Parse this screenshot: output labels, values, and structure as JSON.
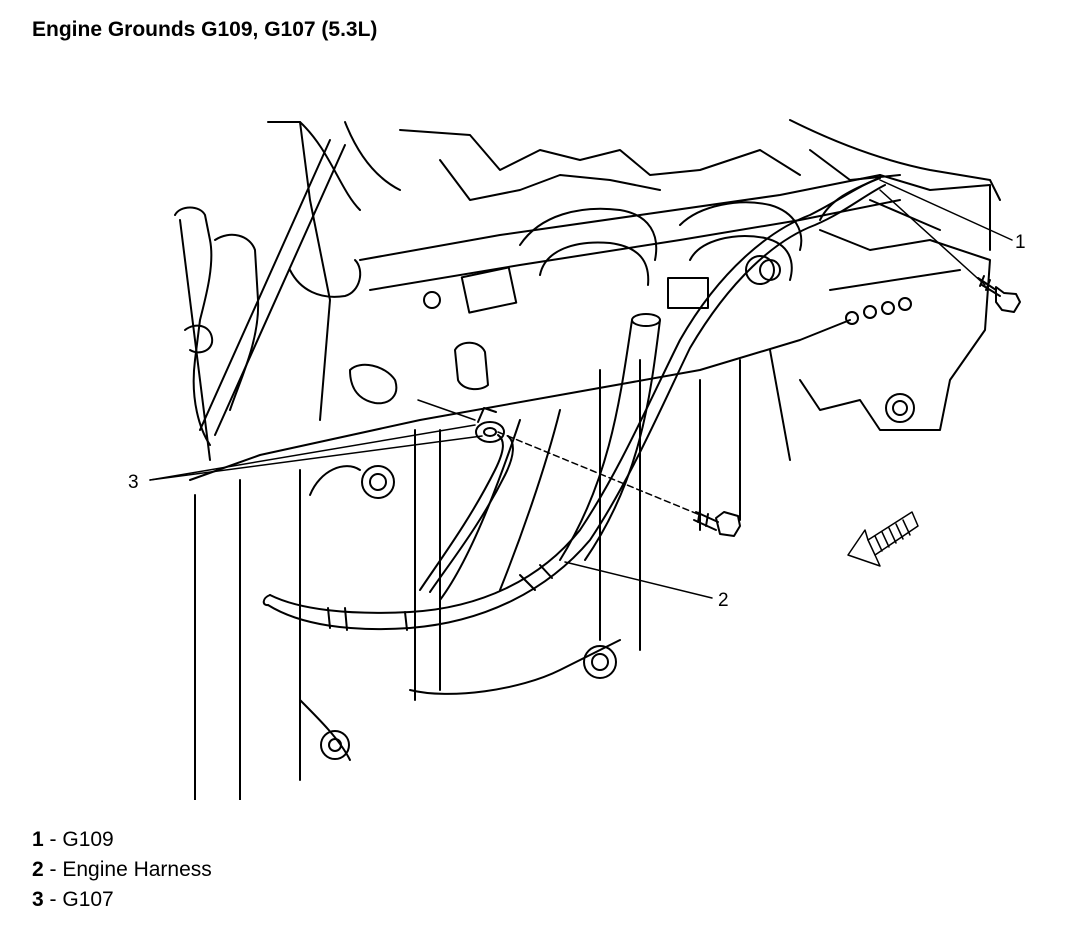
{
  "title": "Engine Grounds G109, G107 (5.3L)",
  "callouts": [
    {
      "number": "1",
      "label": "G109"
    },
    {
      "number": "2",
      "label": "Engine Harness"
    },
    {
      "number": "3",
      "label": "G107"
    }
  ],
  "legend_separator": " - ",
  "colors": {
    "line": "#000000",
    "background": "#ffffff"
  },
  "icons": {
    "direction_arrow": "front-direction-arrow-icon",
    "bolt": "bolt-icon"
  }
}
